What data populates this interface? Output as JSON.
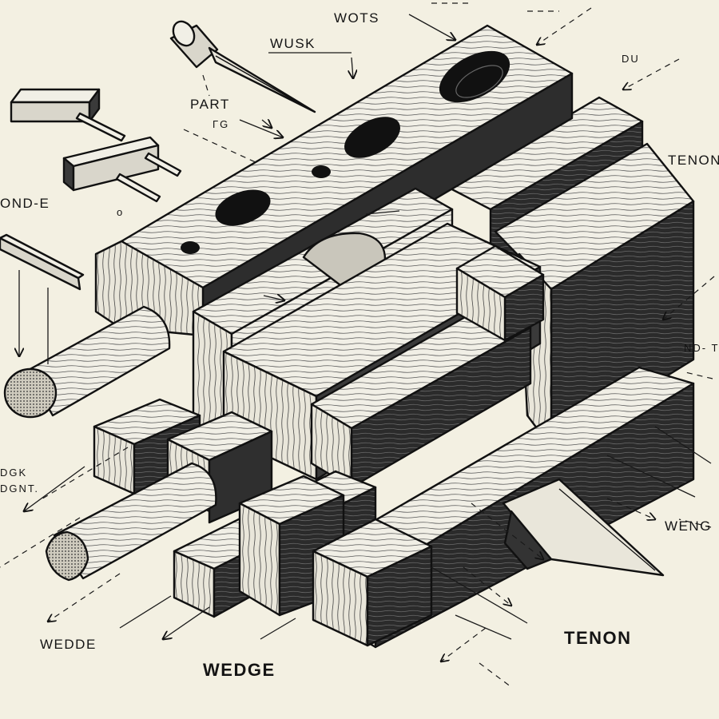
{
  "labels": {
    "wots": "WOTS",
    "wusk": "WUSK",
    "du": "DU",
    "part": "PART",
    "part_sub": "ΓG",
    "tenon_right": "TENON",
    "ond_e": "OND-E",
    "nd_t": "ND- T",
    "dgk": "DGK",
    "dgk_sub": "DGNT.",
    "weng": "WENG",
    "wedde": "WEDDE",
    "wedge": "WEDGE",
    "tenon_bottom": "TENON"
  },
  "colors": {
    "paper": "#f3f0e2",
    "ink": "#111111",
    "wood_light": "#f1efe6",
    "wood_mid": "#c9c6bb",
    "wood_dark": "#2a2a2a"
  }
}
